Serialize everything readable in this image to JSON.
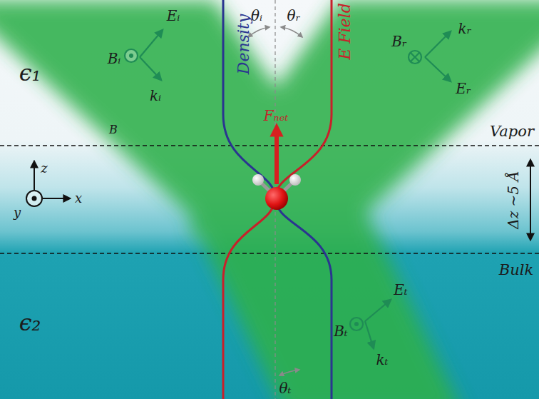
{
  "diagram": {
    "labels": [
      "Eᵢ",
      "Density",
      "θᵢ",
      "θᵣ",
      "E Field",
      "Bᵣ",
      "kᵣ",
      "ϵ₁",
      "Bᵢ",
      "kᵢ",
      "Eᵣ",
      "B",
      "Fₙₑₜ",
      "Vapor",
      "z",
      "x",
      "y",
      "Δz ~5 Å",
      "Bulk",
      "ϵ₂",
      "Eₜ",
      "Bₜ",
      "kₜ",
      "θₜ"
    ]
  }
}
